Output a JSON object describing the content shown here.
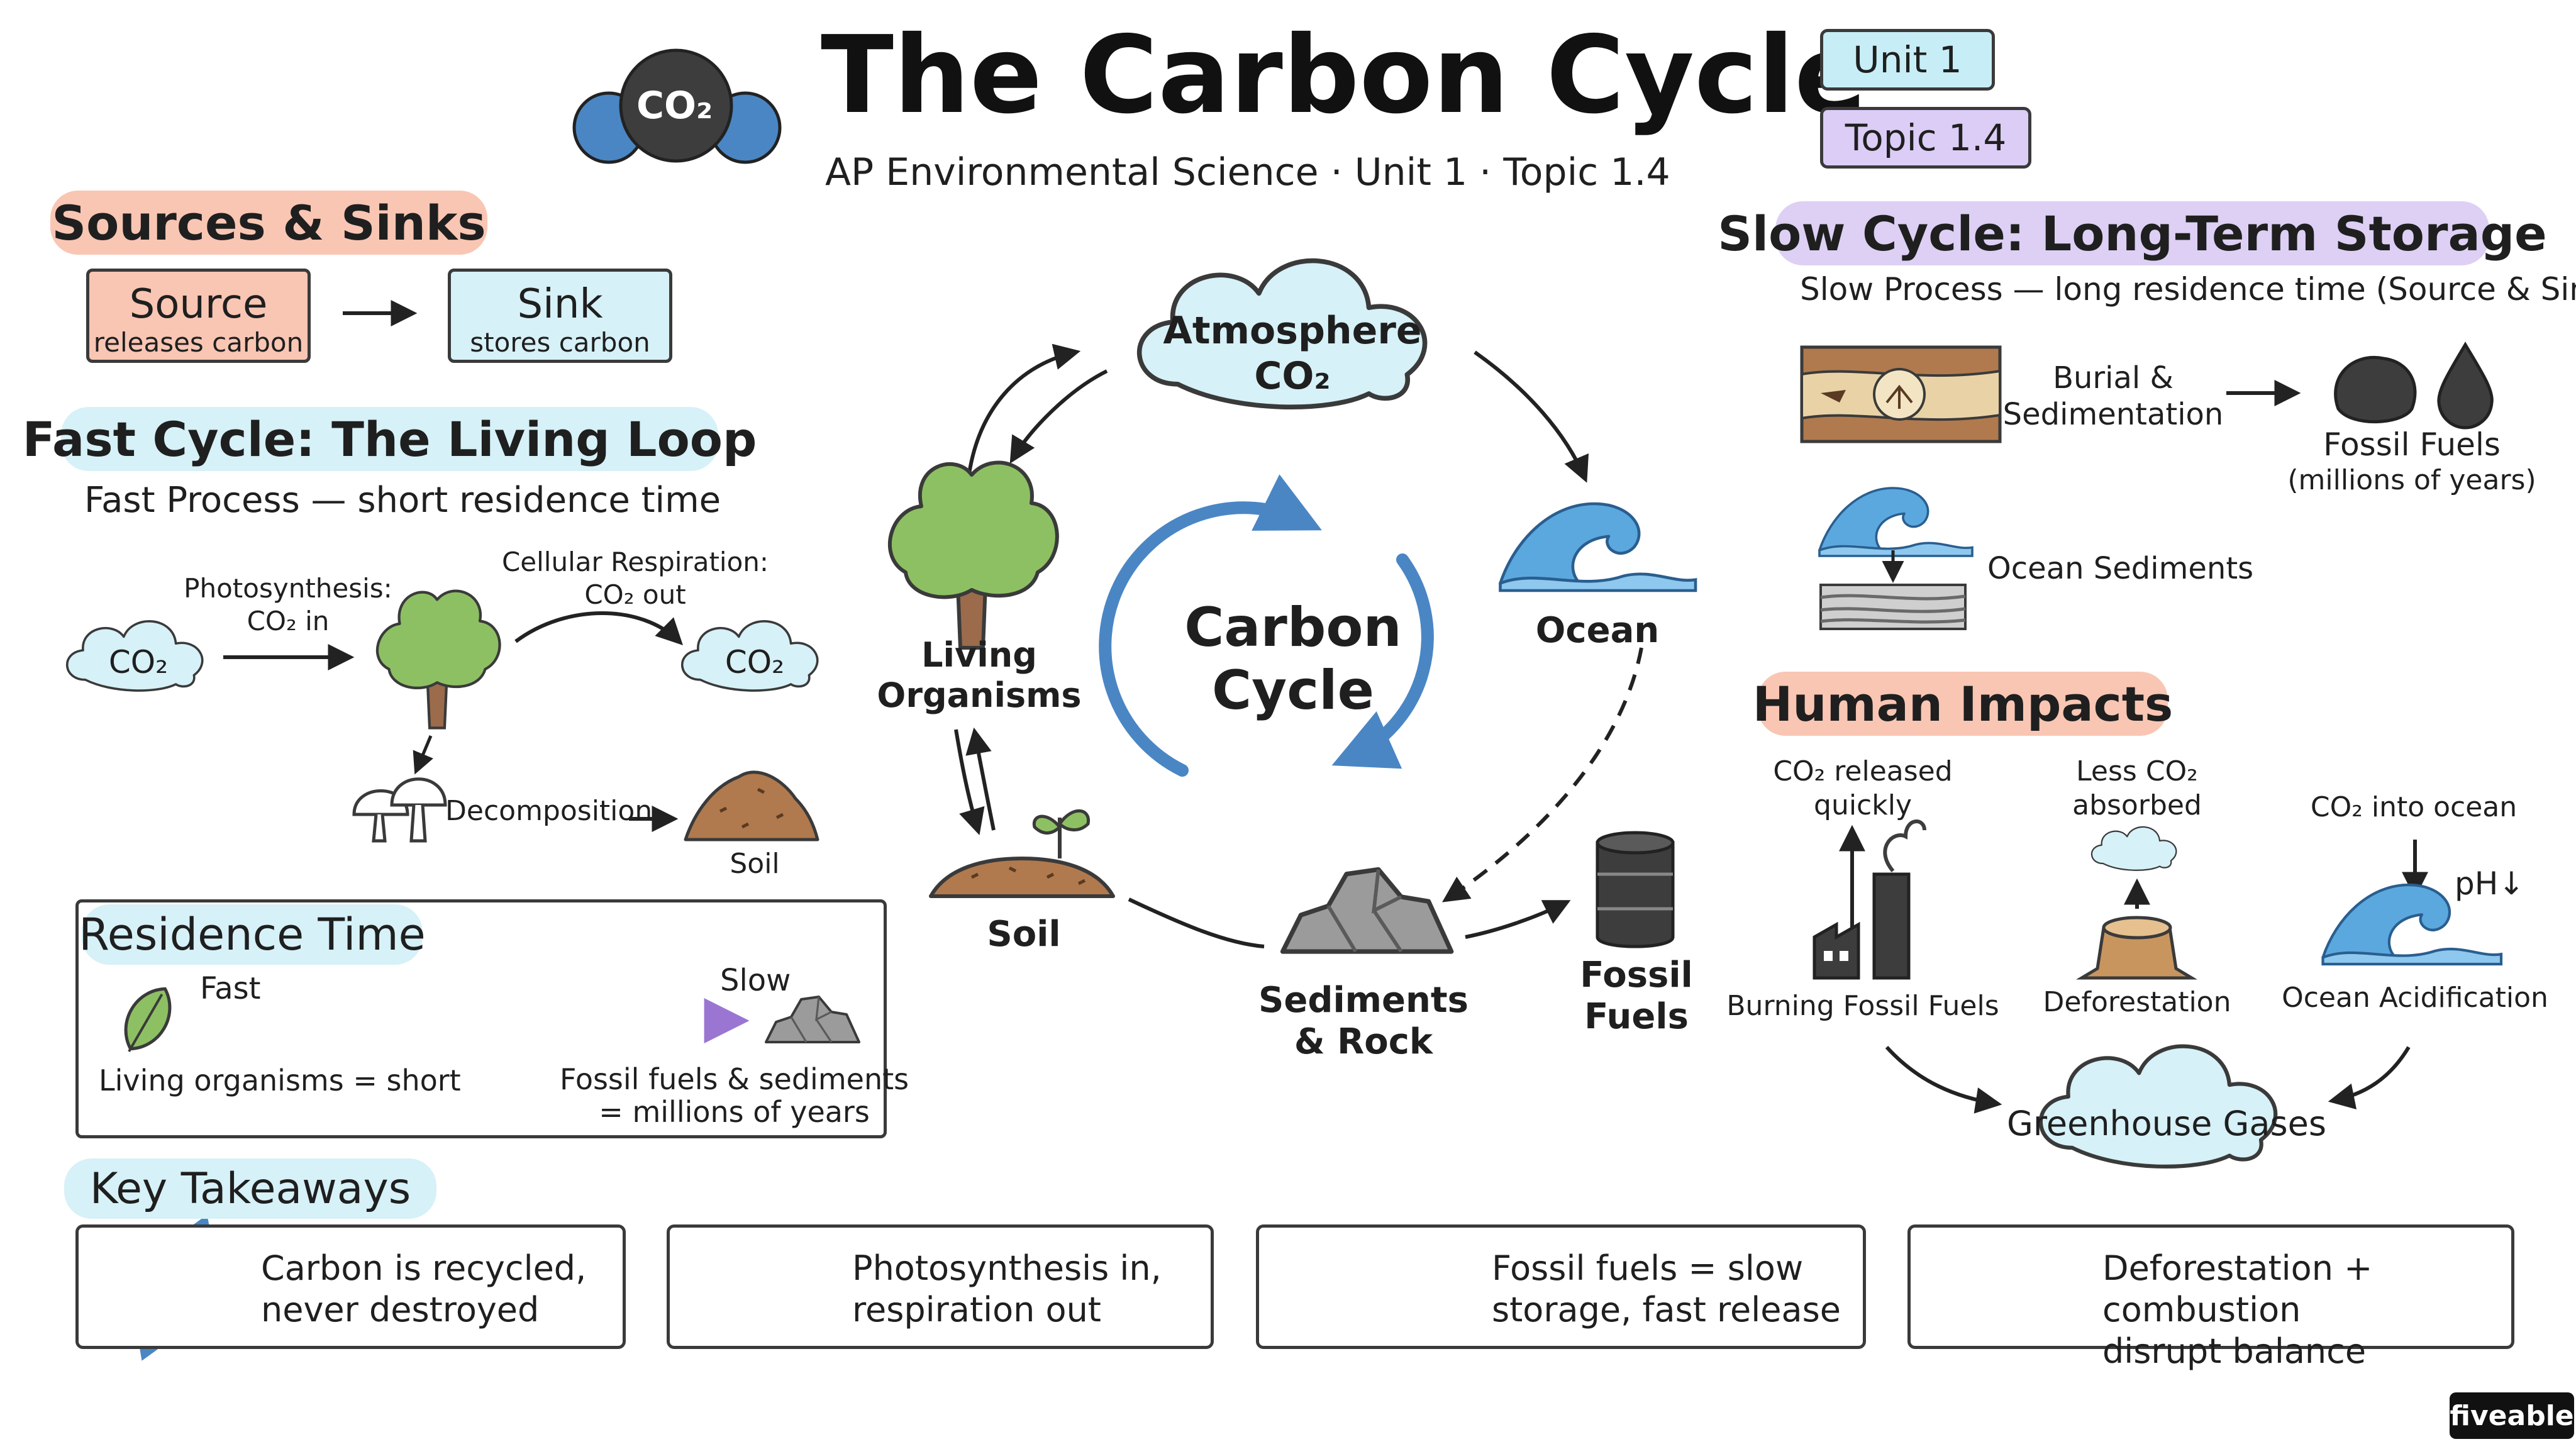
{
  "header": {
    "title": "The Carbon Cycle",
    "subtitle": "AP Environmental Science · Unit 1 · Topic 1.4",
    "co2_badge": "CO₂",
    "unit_badge": "Unit 1",
    "topic_badge": "Topic 1.4"
  },
  "sources_sinks": {
    "heading": "Sources & Sinks",
    "source_title": "Source",
    "source_desc": "releases carbon",
    "sink_title": "Sink",
    "sink_desc": "stores carbon"
  },
  "fast_cycle": {
    "heading": "Fast Cycle: The Living Loop",
    "subheading": "Fast Process — short residence time",
    "cloud_left": "CO₂",
    "cloud_right": "CO₂",
    "photosynthesis": "Photosynthesis:\nCO₂ in",
    "respiration": "Cellular Respiration:\nCO₂ out",
    "decomposition": "Decomposition",
    "soil": "Soil"
  },
  "residence_time": {
    "heading": "Residence Time",
    "fast": "Fast",
    "slow": "Slow",
    "left_note": "Living organisms = short",
    "right_note": "Fossil fuels & sediments\n= millions of years"
  },
  "center": {
    "atmosphere": "Atmosphere\nCO₂",
    "ocean": "Ocean",
    "living": "Living\nOrganisms",
    "soil": "Soil",
    "sediments": "Sediments\n& Rock",
    "fossil": "Fossil\nFuels",
    "cycle_label": "Carbon\nCycle"
  },
  "slow_cycle": {
    "heading": "Slow Cycle: Long-Term Storage",
    "subheading": "Slow Process — long residence time (Source & Sink)",
    "burial": "Burial &\nSedimentation",
    "fossil": "Fossil Fuels",
    "fossil_note": "(millions of years)",
    "ocean_sediments": "Ocean Sediments"
  },
  "human_impacts": {
    "heading": "Human Impacts",
    "burning_note": "CO₂ released\nquickly",
    "burning": "Burning Fossil Fuels",
    "defor_note": "Less CO₂\nabsorbed",
    "defor": "Deforestation",
    "ocean_note": "CO₂ into ocean",
    "ph": "pH↓",
    "ocean": "Ocean Acidification",
    "greenhouse": "Greenhouse Gases"
  },
  "takeaways": {
    "heading": "Key Takeaways",
    "items": [
      "Carbon is recycled,\nnever destroyed",
      "Photosynthesis in,\nrespiration out",
      "Fossil fuels = slow\nstorage, fast release",
      "Deforestation + combustion\ndisrupt balance"
    ]
  },
  "brand": "fiveable",
  "colors": {
    "salmon": "#f9c6b4",
    "lightblue": "#d6f1f7",
    "lavender": "#ddd0f4",
    "unit_bg": "#c7eef6",
    "topic_bg": "#dccdf7",
    "tree_green": "#8dc063",
    "trunk": "#9b6b4c",
    "wave_blue": "#5ba8de",
    "cycle_blue": "#4a86c4",
    "rock_grey": "#9b9b9b"
  }
}
